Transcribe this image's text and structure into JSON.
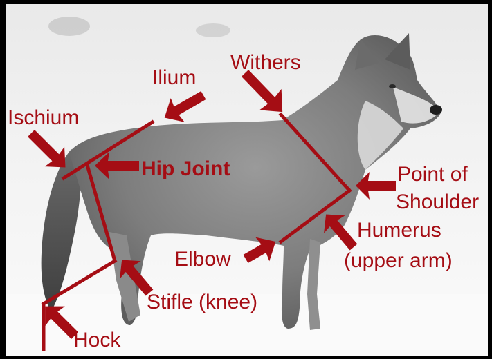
{
  "labels": {
    "withers": "Withers",
    "ilium": "Ilium",
    "ischium": "Ischium",
    "hip_joint": "Hip Joint",
    "point_of_shoulder_1": "Point of",
    "point_of_shoulder_2": "Shoulder",
    "humerus_1": "Humerus",
    "humerus_2": "(upper arm)",
    "elbow": "Elbow",
    "stifle": "Stifle (knee)",
    "hock": "Hock"
  },
  "colors": {
    "annotation": "#a50d14",
    "background": "#f2f2f2",
    "frame": "#000000"
  }
}
